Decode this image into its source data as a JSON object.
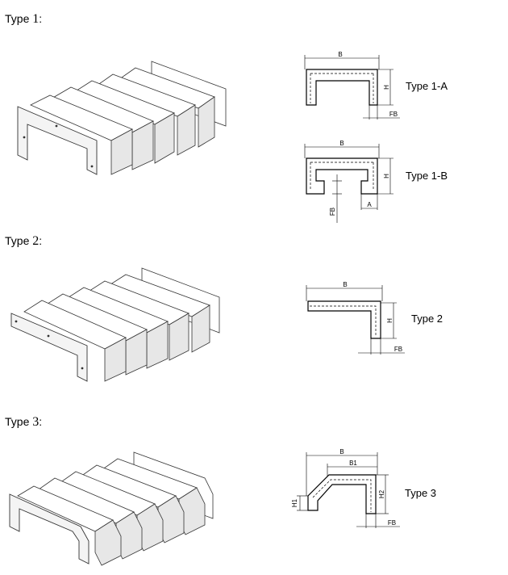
{
  "sections": [
    {
      "prefix": "Type ",
      "num": "1",
      "suffix": ":"
    },
    {
      "prefix": "Type ",
      "num": "2",
      "suffix": ":"
    },
    {
      "prefix": "Type ",
      "num": "3",
      "suffix": ":"
    }
  ],
  "profiles": [
    {
      "label": "Type 1-A",
      "dims": {
        "b": "B",
        "h": "H",
        "fb": "FB"
      }
    },
    {
      "label": "Type 1-B",
      "dims": {
        "b": "B",
        "h": "H",
        "fb": "FB",
        "a": "A"
      }
    },
    {
      "label": "Type  2",
      "dims": {
        "b": "B",
        "h": "H",
        "fb": "FB"
      }
    },
    {
      "label": "Type  3",
      "dims": {
        "b": "B",
        "b1": "B1",
        "h1": "H1",
        "h2": "H2",
        "fb": "FB"
      }
    }
  ]
}
